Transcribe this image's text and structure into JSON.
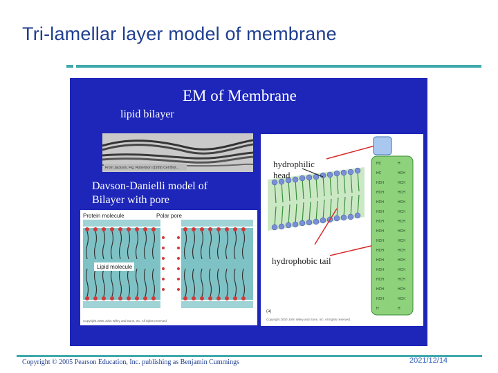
{
  "slide": {
    "title": "Tri-lamellar layer model of membrane",
    "footer": "Copyright © 2005 Pearson Education, Inc. publishing as Benjamin Cummings",
    "date": "2021/12/14"
  },
  "figure": {
    "title": "EM of Membrane",
    "label_bilayer": "lipid bilayer",
    "em_caption": "From Jackson, Fig. Robertson (1959) Cell Biol...",
    "model_line1": "Davson-Danielli model of",
    "model_line2": "Bilayer with pore",
    "left_panel": {
      "protein_label": "Protein molecule",
      "pore_label": "Polar pore",
      "lipid_label": "Lipid molecule",
      "copyright": "Copyright 2000 John Wiley and Sons, Inc. All rights reserved."
    },
    "right_panel": {
      "head_label_1": "hydrophilic",
      "head_label_2": "head",
      "tail_label": "hydrophobic tail",
      "part_label": "(a)",
      "copyright": "Copyright 2000 John Wiley and Sons, Inc. All rights reserved."
    },
    "colors": {
      "figure_bg": "#1d26b8",
      "bilayer_tail": "#3a8f3a",
      "bilayer_head": "#7a8fd6",
      "pointer": "#d62a2a"
    }
  }
}
